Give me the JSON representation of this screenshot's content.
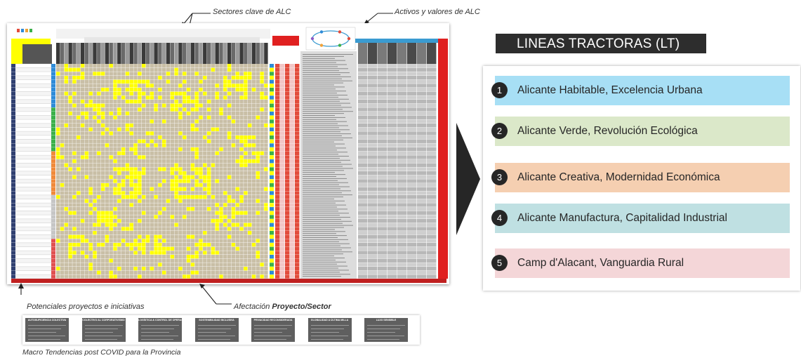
{
  "annotations": {
    "sectores": "Sectores clave de ALC",
    "activos": "Activos y valores de ALC",
    "potenciales": "Potenciales proyectos  e iniciativas",
    "afectacion_prefix": "Afectación ",
    "afectacion_bold": "Proyecto/Sector",
    "macro": "Macro Tendencias post COVID para  la Provincia"
  },
  "lineas_tractoras": {
    "title": "LINEAS TRACTORAS (LT)",
    "items": [
      {
        "number": "1",
        "label": "Alicante Habitable, Excelencia Urbana",
        "color": "#a7dff5"
      },
      {
        "number": "2",
        "label": "Alicante Verde, Revolución Ecológica",
        "color": "#dbe8c9"
      },
      {
        "number": "3",
        "label": "Alicante Creativa, Modernidad Económica",
        "color": "#f5cfb1"
      },
      {
        "number": "4",
        "label": "Alicante Manufactura, Capitalidad Industrial",
        "color": "#bfe0e2"
      },
      {
        "number": "5",
        "label": "Camp d'Alacant, Vanguardia Rural",
        "color": "#f4d6d8"
      }
    ]
  },
  "trends": [
    {
      "name": "AUTOSUFICIENCIA COLECTIVA"
    },
    {
      "name": "COLECTIVO AL CORPORATIVISMO"
    },
    {
      "name": "LOGÍSTICA & CONTROL DE OPERACIÓN"
    },
    {
      "name": "SOSTENIBILIDAD INCLUSIVA"
    },
    {
      "name": "PRIVACIDAD RECONSIDERADA"
    },
    {
      "name": "GLOBALIDAD A ÚLTIMA MILLA"
    },
    {
      "name": "LUJO SENSIBLE"
    }
  ],
  "colors": {
    "matrix_cell": "#c9bfa6",
    "matrix_highlight": "#ffff00",
    "matrix_red": "#e02020",
    "dark": "#262626"
  }
}
